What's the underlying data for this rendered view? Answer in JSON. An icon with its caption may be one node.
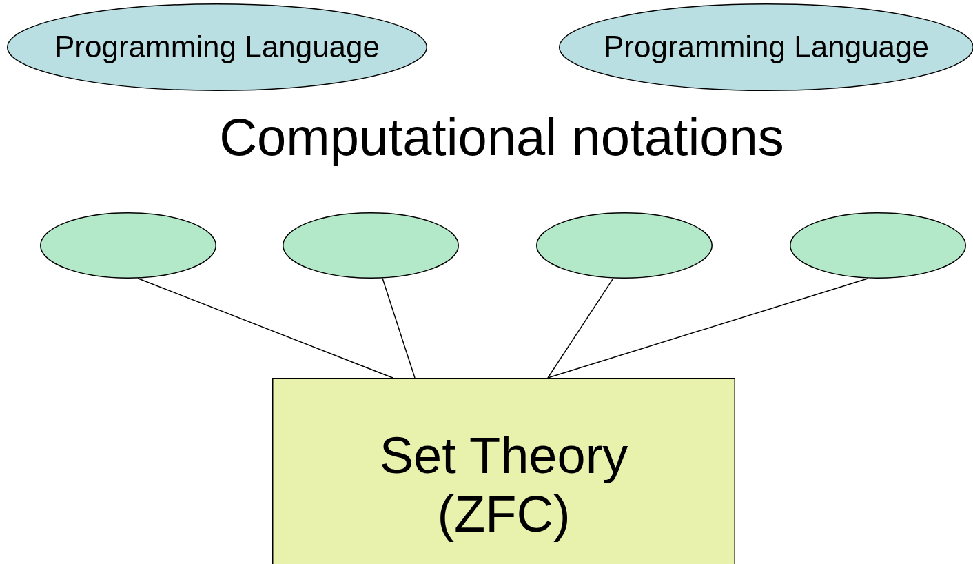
{
  "diagram": {
    "nodes": [
      {
        "text": [
          "Programming Language"
        ]
      },
      {
        "text": [
          "Programming Language"
        ]
      },
      {
        "text": [],
        "shape": "ellipse"
      },
      {
        "text": [],
        "shape": "ellipse"
      },
      {
        "text": [],
        "shape": "ellipse"
      },
      {
        "text": [],
        "shape": "ellipse"
      },
      {
        "text": [
          "Set Theory (ZFC)"
        ]
      }
    ],
    "edges": [
      {
        "from": 2,
        "to": 6,
        "arrow": "none"
      },
      {
        "from": 3,
        "to": 6,
        "arrow": "none"
      },
      {
        "from": 4,
        "to": 6,
        "arrow": "none"
      },
      {
        "from": 5,
        "to": 6,
        "arrow": "none"
      }
    ],
    "labels": [
      "Computational notations"
    ]
  }
}
